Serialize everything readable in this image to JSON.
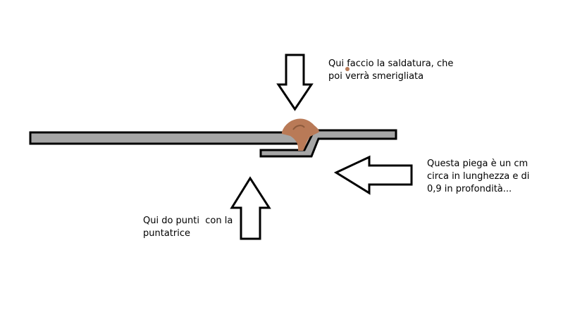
{
  "labels": {
    "weld": "Qui faccio la saldatura, che\npoi verrà smerigliata",
    "fold": "Questa piega è un cm\ncirca in lunghezza e di\n0,9 in profondità...",
    "spot": "Qui do punti  con la\npuntatrice"
  },
  "colors": {
    "background": "#ffffff",
    "outline": "#000000",
    "metal_sheet": "#a6a6a6",
    "weld_bead": "#b97a57"
  }
}
